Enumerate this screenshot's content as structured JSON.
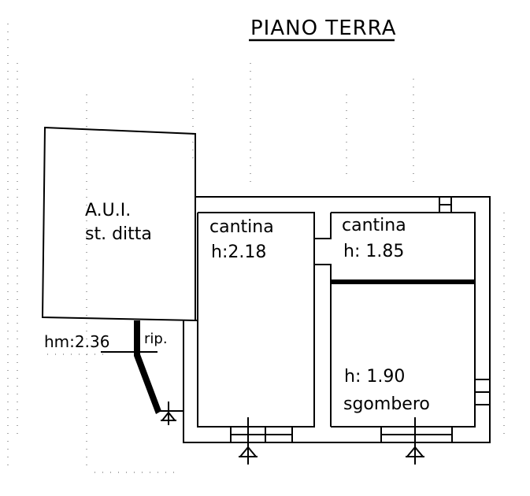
{
  "title": "PIANO TERRA",
  "rooms": {
    "aui": {
      "line1": "A.U.I.",
      "line2": "st. ditta"
    },
    "cantina_left": {
      "name": "cantina",
      "height": "h:2.18"
    },
    "cantina_right": {
      "name": "cantina",
      "height": "h: 1.85"
    },
    "sgombero": {
      "height": "h: 1.90",
      "name": "sgombero"
    },
    "rip": {
      "name": "rip."
    }
  },
  "hm_label": "hm:2.36",
  "colors": {
    "ink": "#000000",
    "paper": "#ffffff"
  }
}
